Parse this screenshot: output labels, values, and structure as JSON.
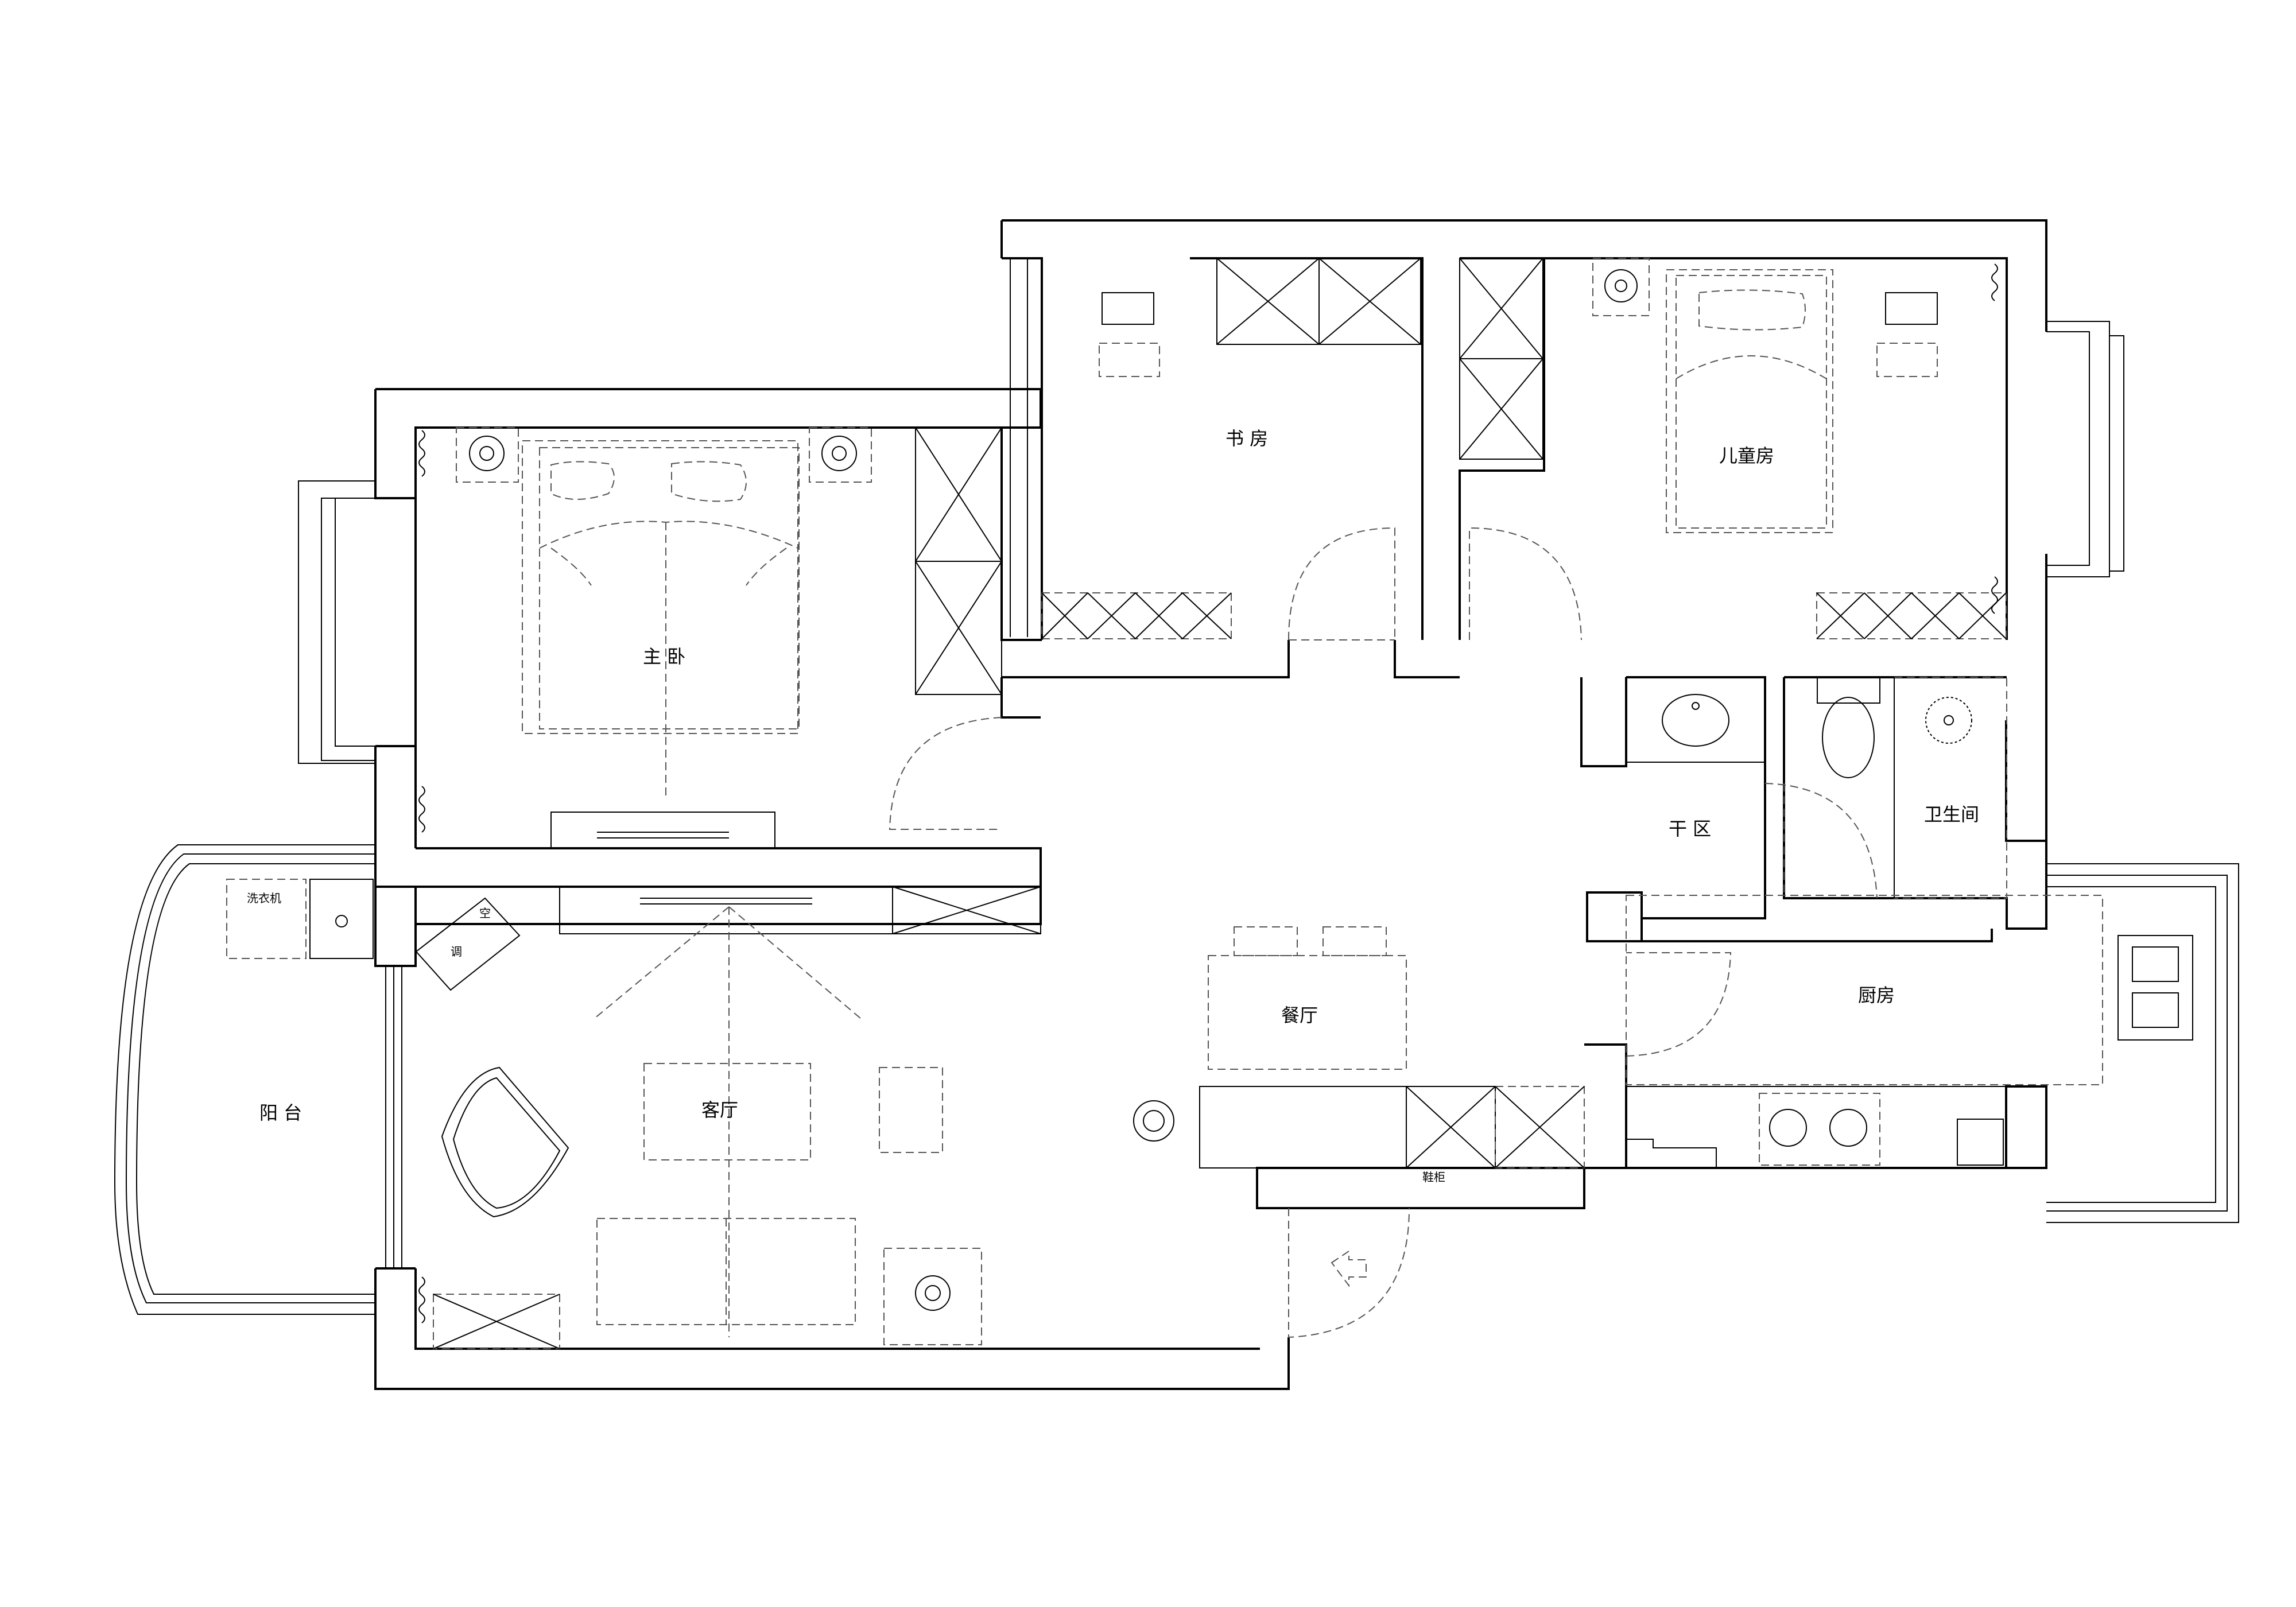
{
  "rooms": {
    "master_bedroom": "主 卧",
    "study": "书 房",
    "kids_room": "儿童房",
    "living_room": "客厅",
    "dining_room": "餐厅",
    "dry_area": "干 区",
    "bathroom": "卫生间",
    "kitchen": "厨房",
    "balcony": "阳 台"
  },
  "fixtures": {
    "washing_machine": "洗衣机",
    "ac_char1": "空",
    "ac_char2": "调",
    "shoe_cabinet": "鞋柜"
  }
}
